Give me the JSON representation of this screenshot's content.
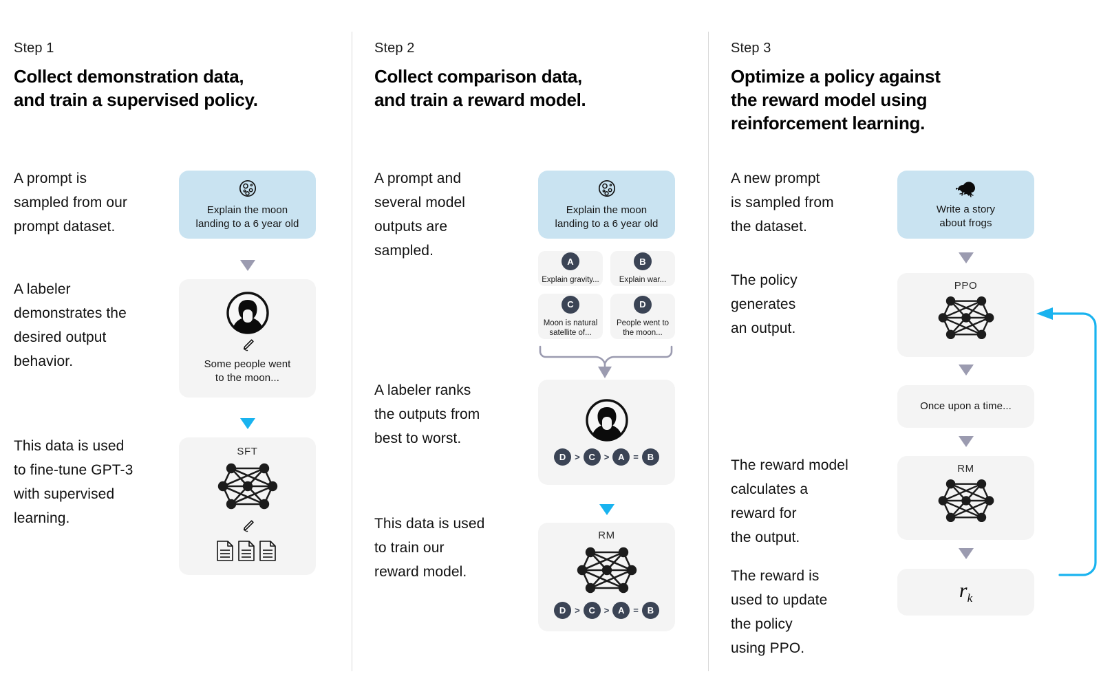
{
  "diagram": {
    "title": "RLHF three-step training diagram",
    "accent_blue": "#19b3ef",
    "prompt_box_color": "#c9e3f1",
    "grey_box_color": "#f4f4f4",
    "badge_color": "#3b4455"
  },
  "columns": [
    {
      "step_label": "Step 1",
      "step_title": "Collect demonstration data,\nand train a supervised policy.",
      "paragraphs": [
        "A prompt is\nsampled from our\nprompt dataset.",
        "A labeler\ndemonstrates the\ndesired output\nbehavior.",
        "This data is used\nto fine-tune GPT-3\nwith supervised\nlearning."
      ],
      "prompt_card": {
        "icon": "moon-icon",
        "text": "Explain the moon\nlanding to a 6 year old"
      },
      "labeler_card": {
        "icon": "labeler-avatar-icon",
        "pencil": "pencil-icon",
        "text": "Some people went\nto the moon..."
      },
      "model_card": {
        "title": "SFT",
        "icon": "neural-network-icon",
        "pencil": "pencil-icon",
        "docs": "documents-icon"
      }
    },
    {
      "step_label": "Step 2",
      "step_title": "Collect comparison data,\nand train a reward model.",
      "paragraphs": [
        "A prompt and\nseveral model\noutputs are\nsampled.",
        "A labeler ranks\nthe outputs from\nbest to worst.",
        "This data is used\nto train our\nreward model."
      ],
      "prompt_card": {
        "icon": "moon-icon",
        "text": "Explain the moon\nlanding to a 6 year old"
      },
      "outputs": [
        {
          "badge": "A",
          "text": "Explain gravity..."
        },
        {
          "badge": "B",
          "text": "Explain war..."
        },
        {
          "badge": "C",
          "text": "Moon is natural\nsatellite of..."
        },
        {
          "badge": "D",
          "text": "People went to\nthe moon..."
        }
      ],
      "ranking_card": {
        "icon": "labeler-avatar-icon",
        "ranking": [
          {
            "badge": "D"
          },
          {
            "op": ">"
          },
          {
            "badge": "C"
          },
          {
            "op": ">"
          },
          {
            "badge": "A"
          },
          {
            "op": "="
          },
          {
            "badge": "B"
          }
        ]
      },
      "reward_model_card": {
        "title": "RM",
        "icon": "neural-network-icon",
        "ranking": [
          {
            "badge": "D"
          },
          {
            "op": ">"
          },
          {
            "badge": "C"
          },
          {
            "op": ">"
          },
          {
            "badge": "A"
          },
          {
            "op": "="
          },
          {
            "badge": "B"
          }
        ]
      }
    },
    {
      "step_label": "Step 3",
      "step_title": "Optimize a policy against\nthe reward model using\nreinforcement learning.",
      "paragraphs": [
        "A new prompt\nis sampled from\nthe dataset.",
        "The policy\ngenerates\nan output.",
        "The reward model\ncalculates a\nreward for\nthe output.",
        "The reward is\nused to update\nthe policy\nusing PPO."
      ],
      "prompt_card": {
        "icon": "frog-icon",
        "text": "Write a story\nabout frogs"
      },
      "policy_card": {
        "title": "PPO",
        "icon": "neural-network-icon"
      },
      "output_card": {
        "text": "Once upon a time..."
      },
      "reward_model_card": {
        "title": "RM",
        "icon": "neural-network-icon"
      },
      "reward_card": {
        "symbol": "r",
        "subscript": "k"
      }
    }
  ]
}
